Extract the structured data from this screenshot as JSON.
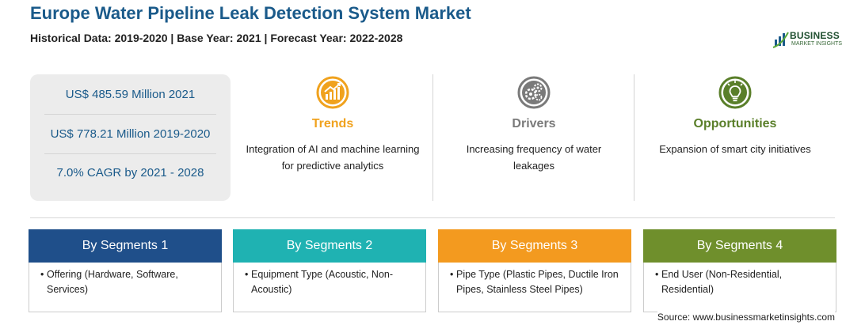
{
  "header": {
    "title": "Europe Water Pipeline Leak Detection System Market",
    "subtitle": "Historical Data: 2019-2020 | Base Year: 2021 | Forecast Year: 2022-2028"
  },
  "logo": {
    "main": "BUSINESS",
    "sub": "MARKET INSIGHTS",
    "colors": {
      "text": "#1f4f2f",
      "accent": "#5aa83a",
      "bars": "#1a5a8a"
    }
  },
  "stats": [
    {
      "text": "US$ 485.59 Million 2021"
    },
    {
      "text": "US$ 778.21 Million 2019-2020"
    },
    {
      "text": "7.0% CAGR by 2021 - 2028"
    }
  ],
  "columns": [
    {
      "title": "Trends",
      "text": "Integration of AI and machine learning for predictive analytics",
      "icon": "growth-chart-icon",
      "color": "#f0a21e"
    },
    {
      "title": "Drivers",
      "text": "Increasing frequency of water leakages",
      "icon": "gears-icon",
      "color": "#7a7a7a"
    },
    {
      "title": "Opportunities",
      "text": "Expansion of smart city initiatives",
      "icon": "lightbulb-icon",
      "color": "#5a7f2a"
    }
  ],
  "segments": [
    {
      "title": "By Segments 1",
      "text": "Offering (Hardware, Software, Services)",
      "color": "#1f4f8a"
    },
    {
      "title": "By Segments 2",
      "text": "Equipment Type (Acoustic, Non-Acoustic)",
      "color": "#1fb2b2"
    },
    {
      "title": "By Segments 3",
      "text": "Pipe Type (Plastic Pipes, Ductile Iron Pipes, Stainless Steel Pipes)",
      "color": "#f39a1f"
    },
    {
      "title": "By Segments 4",
      "text": "End User (Non-Residential, Residential)",
      "color": "#6f8f2c"
    }
  ],
  "source": "Source: www.businessmarketinsights.com"
}
